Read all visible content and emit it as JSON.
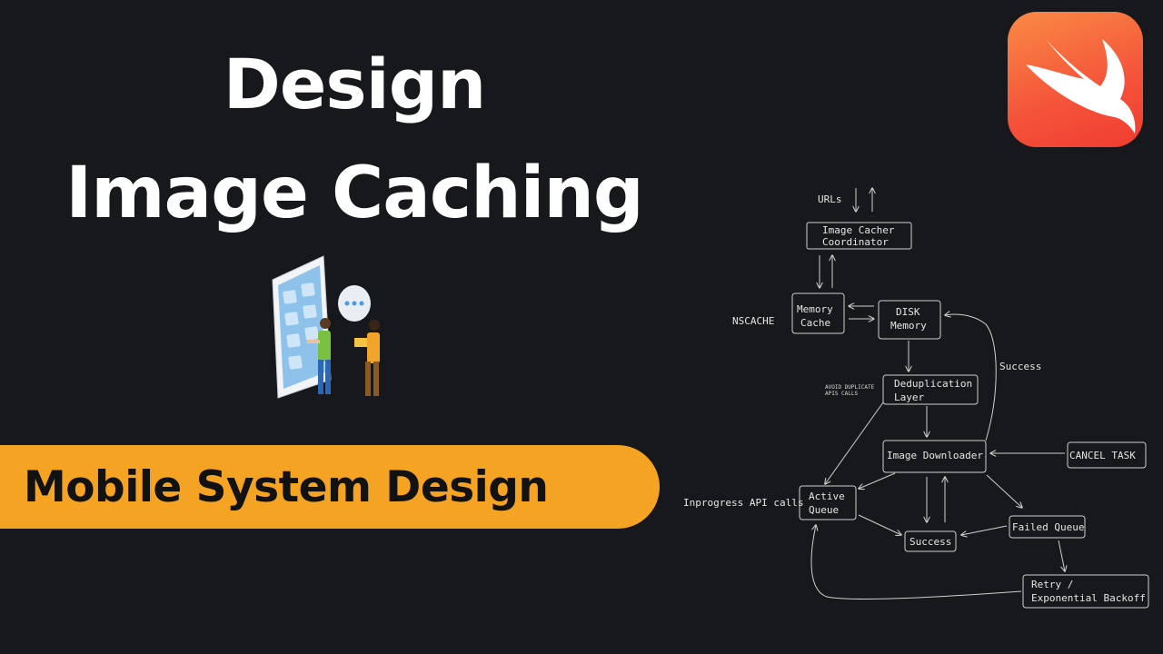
{
  "title": {
    "line1": "Design",
    "line2": "Image Caching"
  },
  "banner": {
    "label": "Mobile System Design"
  },
  "logo": {
    "icon": "swift-logo-icon",
    "colors": {
      "start": "#fa8a45",
      "end": "#f03c30"
    }
  },
  "illustration": {
    "icon": "people-with-phone-illustration"
  },
  "diagram": {
    "labels": {
      "urls": "URLs",
      "nscache": "NSCACHE",
      "success_top": "Success",
      "avoid_line1": "AVOID DUPLICATE",
      "avoid_line2": "APIS CALLS",
      "inprogress": "Inprogress API calls"
    },
    "nodes": {
      "coordinator_l1": "Image Cacher",
      "coordinator_l2": "Coordinator",
      "memory_l1": "Memory",
      "memory_l2": "Cache",
      "disk_l1": "DISK",
      "disk_l2": "Memory",
      "dedup_l1": "Deduplication",
      "dedup_l2": "Layer",
      "downloader": "Image Downloader",
      "cancel": "CANCEL TASK",
      "active_l1": "Active",
      "active_l2": "Queue",
      "success": "Success",
      "failed": "Failed Queue",
      "retry_l1": "Retry /",
      "retry_l2": "Exponential Backoff"
    }
  },
  "colors": {
    "background": "#16181b",
    "banner": "#f5a323",
    "title": "#ffffff"
  }
}
